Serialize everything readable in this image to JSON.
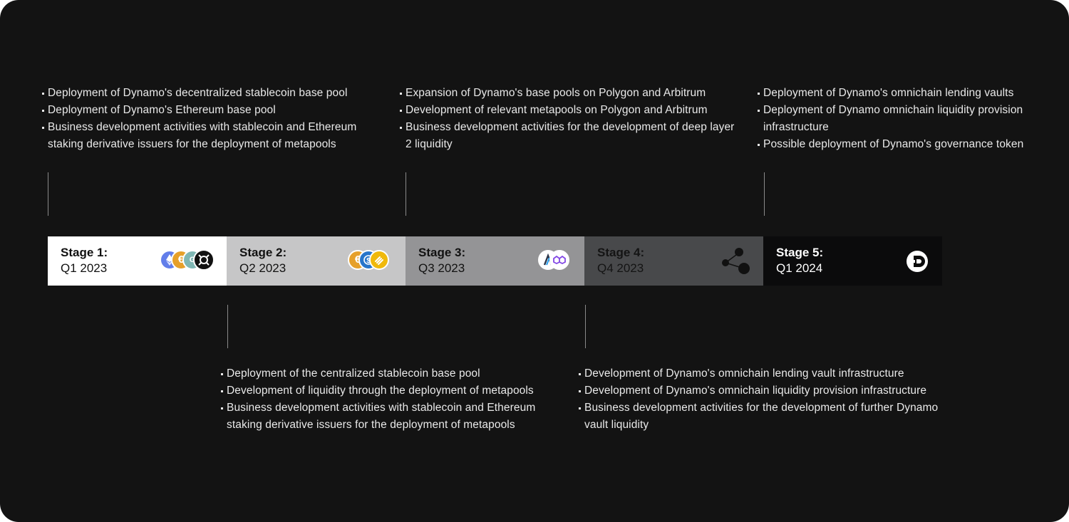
{
  "stages": [
    {
      "stage": "Stage 1:",
      "date": "Q1 2023",
      "icons": [
        "ethereum-coin-icon",
        "euro-coin-icon",
        "gusd-coin-icon",
        "frax-coin-icon"
      ],
      "notes": [
        "Deployment of Dynamo's decentralized stablecoin base pool",
        "Deployment of Dynamo's Ethereum base pool",
        "Business development activities with stablecoin and Ethereum staking derivative issuers for the deployment of metapools"
      ]
    },
    {
      "stage": "Stage 2:",
      "date": "Q2 2023",
      "icons": [
        "euro-coin-icon",
        "usdc-coin-icon",
        "binance-usd-coin-icon"
      ],
      "notes": [
        "Deployment of the centralized stablecoin base pool",
        "Development of liquidity through the deployment of metapools",
        "Business development activities with stablecoin and Ethereum staking derivative issuers for the deployment of metapools"
      ]
    },
    {
      "stage": "Stage 3:",
      "date": "Q3 2023",
      "icons": [
        "arbitrum-icon",
        "polygon-icon"
      ],
      "notes": [
        "Expansion of Dynamo's base pools on Polygon and Arbitrum",
        "Development of relevant metapools on Polygon and Arbitrum",
        "Business development activities for the development of deep layer 2 liquidity"
      ]
    },
    {
      "stage": "Stage 4:",
      "date": "Q4 2023",
      "icons": [
        "omnichain-nodes-icon"
      ],
      "notes": [
        "Development of Dynamo's omnichain lending vault infrastructure",
        "Development of Dynamo's omnichain liquidity provision infrastructure",
        "Business development activities for the development of further Dynamo vault liquidity"
      ]
    },
    {
      "stage": "Stage 5:",
      "date": "Q1 2024",
      "icons": [
        "dynamo-logo-icon"
      ],
      "notes": [
        "Deployment of Dynamo's omnichain lending vaults",
        "Deployment of Dynamo omnichain liquidity provision infrastructure",
        "Possible deployment of Dynamo's governance token"
      ]
    }
  ],
  "colors": {
    "background": "#131313",
    "stage1": "#ffffff",
    "stage2": "#c6c6c7",
    "stage3": "#949496",
    "stage4": "#48494b",
    "stage5": "#0b0b0c"
  }
}
